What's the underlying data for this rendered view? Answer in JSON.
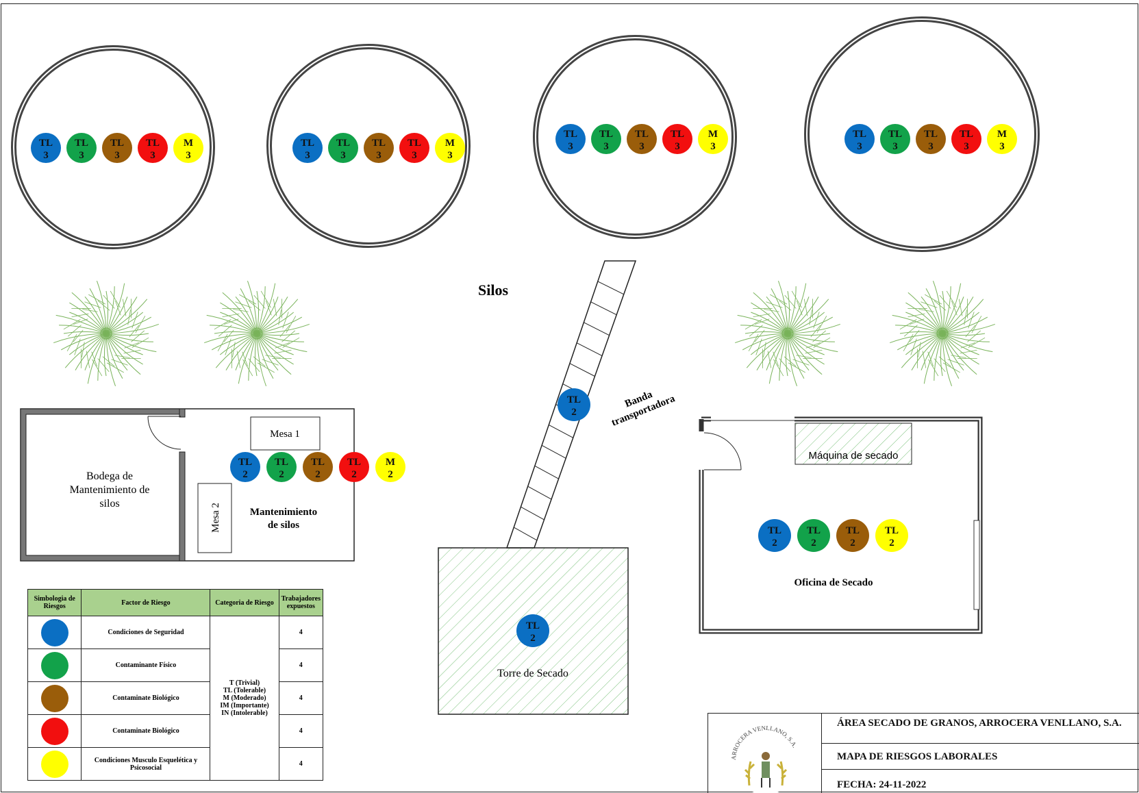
{
  "title_area": "Silos",
  "conveyor_label_1": "Banda",
  "conveyor_label_2": "transportadora",
  "silos": [
    {
      "markers": [
        [
          "TL",
          "3",
          "#0b6fc3"
        ],
        [
          "TL",
          "3",
          "#12a24a"
        ],
        [
          "TL",
          "3",
          "#9a5d0a"
        ],
        [
          "TL",
          "3",
          "#f20f0f"
        ],
        [
          "M",
          "3",
          "#ffff00"
        ]
      ]
    },
    {
      "markers": [
        [
          "TL",
          "3",
          "#0b6fc3"
        ],
        [
          "TL",
          "3",
          "#12a24a"
        ],
        [
          "TL",
          "3",
          "#9a5d0a"
        ],
        [
          "TL",
          "3",
          "#f20f0f"
        ],
        [
          "M",
          "3",
          "#ffff00"
        ]
      ]
    },
    {
      "markers": [
        [
          "TL",
          "3",
          "#0b6fc3"
        ],
        [
          "TL",
          "3",
          "#12a24a"
        ],
        [
          "TL",
          "3",
          "#9a5d0a"
        ],
        [
          "TL",
          "3",
          "#f20f0f"
        ],
        [
          "M",
          "3",
          "#ffff00"
        ]
      ]
    },
    {
      "markers": [
        [
          "TL",
          "3",
          "#0b6fc3"
        ],
        [
          "TL",
          "3",
          "#12a24a"
        ],
        [
          "TL",
          "3",
          "#9a5d0a"
        ],
        [
          "TL",
          "3",
          "#f20f0f"
        ],
        [
          "M",
          "3",
          "#ffff00"
        ]
      ]
    }
  ],
  "conveyor_marker": [
    "TL",
    "2",
    "#0b6fc3"
  ],
  "maintenance": {
    "mesa1": "Mesa 1",
    "mesa2": "Mesa 2",
    "storage_line1": "Bodega de",
    "storage_line2": "Mantenimiento de",
    "storage_line3": "silos",
    "area_line1": "Mantenimiento",
    "area_line2": "de silos",
    "markers": [
      [
        "TL",
        "2",
        "#0b6fc3"
      ],
      [
        "TL",
        "2",
        "#12a24a"
      ],
      [
        "TL",
        "2",
        "#9a5d0a"
      ],
      [
        "TL",
        "2",
        "#f20f0f"
      ],
      [
        "M",
        "2",
        "#ffff00"
      ]
    ]
  },
  "tower": {
    "label": "Torre de Secado",
    "marker": [
      "TL",
      "2",
      "#0b6fc3"
    ]
  },
  "office": {
    "machine": "Máquina de secado",
    "label": "Oficina de Secado",
    "markers": [
      [
        "TL",
        "2",
        "#0b6fc3"
      ],
      [
        "TL",
        "2",
        "#12a24a"
      ],
      [
        "TL",
        "2",
        "#9a5d0a"
      ],
      [
        "TL",
        "2",
        "#ffff00"
      ]
    ]
  },
  "legend": {
    "headers": [
      "Simbologia de Riesgos",
      "Factor de Riesgo",
      "Categoria de Riesgo",
      "Trabajadores expuestos"
    ],
    "rows": [
      {
        "color": "#0b6fc3",
        "factor": "Condiciones de Seguridad",
        "count": "4"
      },
      {
        "color": "#12a24a",
        "factor": "Contaminante Físico",
        "count": "4"
      },
      {
        "color": "#9a5d0a",
        "factor": "Contaminate Biológico",
        "count": "4"
      },
      {
        "color": "#f20f0f",
        "factor": "Contaminate Biológico",
        "count": "4"
      },
      {
        "color": "#ffff00",
        "factor": "Condiciones Musculo Esquelética y Psicosocial",
        "count": "4"
      }
    ],
    "category_lines": [
      "T (Trivial)",
      "TL (Tolerable)",
      "M (Moderado)",
      "IM (Importante)",
      "IN (Intolerable)"
    ]
  },
  "title_block": {
    "logo_text": "ARROCERA VENLLANO, S.A.",
    "line1": "ÁREA SECADO DE GRANOS, ARROCERA VENLLANO, S.A.",
    "line2": "MAPA DE RIESGOS LABORALES",
    "line3": "FECHA: 24-11-2022"
  }
}
